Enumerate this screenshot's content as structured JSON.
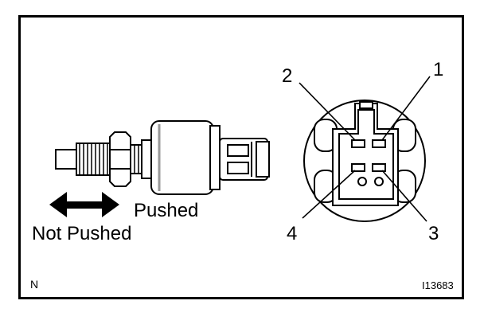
{
  "labels": {
    "pushed": "Pushed",
    "not_pushed": "Not Pushed",
    "corner_code": "N",
    "figure_id": "I13683"
  },
  "pins": [
    "1",
    "2",
    "3",
    "4"
  ],
  "colors": {
    "ink": "#000000",
    "paper": "#ffffff",
    "shade": "#9a9a9a"
  }
}
